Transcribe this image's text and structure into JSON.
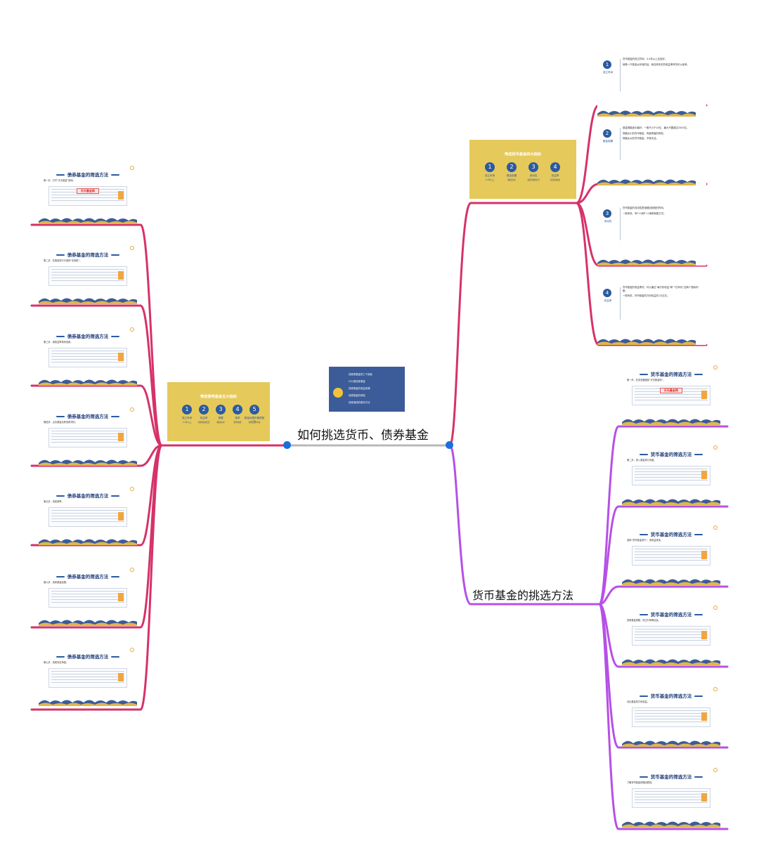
{
  "central": {
    "title": "如何挑选货币、债券基金"
  },
  "left_branch": {
    "summary": {
      "heading": "筛选债券基金五大指标",
      "items": [
        {
          "num": "1",
          "label": "成立时间",
          "desc": "3-5年以上"
        },
        {
          "num": "2",
          "label": "收益率",
          "desc": "长期收益稳定"
        },
        {
          "num": "3",
          "label": "规模",
          "desc": "规模适中"
        },
        {
          "num": "4",
          "label": "费率",
          "desc": "费率较低"
        },
        {
          "num": "5",
          "label": "基金经理的管理能力",
          "desc": "管理经验丰富"
        }
      ]
    },
    "cards": [
      {
        "title": "债券基金的筛选方法",
        "step": "第一步，打开“天天基金”官网。"
      },
      {
        "title": "债券基金的筛选方法",
        "step": "第二步，在基金排行中选择“债券型”。"
      },
      {
        "title": "债券基金的筛选方法",
        "step": "第三步，按收益率排序查看。"
      },
      {
        "title": "债券基金的筛选方法",
        "step": "第四步，点击基金名称查看详情。"
      },
      {
        "title": "债券基金的筛选方法",
        "step": "第五步，查看费率。"
      },
      {
        "title": "债券基金的筛选方法",
        "step": "第六步，查看基金经理。"
      },
      {
        "title": "债券基金的筛选方法",
        "step": "第七步，查看历史净值。"
      }
    ]
  },
  "right_branch": {
    "label": "货币基金的挑选方法",
    "summary": {
      "heading": "筛选货币基金四大指标",
      "items": [
        {
          "num": "1",
          "label": "成立时间",
          "desc": "3-5年以上"
        },
        {
          "num": "2",
          "label": "基金规模",
          "desc": "规模适中"
        },
        {
          "num": "3",
          "label": "流动性",
          "desc": "赎回到账时间"
        },
        {
          "num": "4",
          "label": "收益率",
          "desc": "稳定的收益"
        }
      ]
    },
    "point_cards": [
      {
        "num": "1",
        "name": "成立时间",
        "lines": [
          "货币基金的成立时间，3-5年以上比较好。",
          "就像一只基金太年轻的话，就没有历史的收益率情况可以参考。"
        ]
      },
      {
        "num": "2",
        "name": "基金规模",
        "lines": [
          "基金规模适中最好，一般不小于20亿，最大不要超过2000亿。",
          "规模太小的货币基金，有被清盘的风险。",
          "规模太大的货币基金，不够灵活。"
        ]
      },
      {
        "num": "3",
        "name": "流动性",
        "lines": [
          "货币基金的流动性是指赎回到账的时间。",
          "一般来说，有T+0和T+1两种到账方式。"
        ]
      },
      {
        "num": "4",
        "name": "收益率",
        "lines": [
          "货币基金的收益情况，可以通过“每万份收益”和“7日年化”这两个指标判断。",
          "一般来说，货币基金的万份收益在1元左右。"
        ]
      }
    ],
    "method_cards": [
      {
        "title": "货币基金的筛选方法",
        "step": "第一步，在浏览器搜索“天天基金网”。"
      },
      {
        "title": "货币基金的筛选方法",
        "step": "第二步，进入基金排行页面。"
      },
      {
        "title": "货币基金的筛选方法",
        "step": "选择“货币基金排行”，按收益排序。"
      },
      {
        "title": "货币基金的筛选方法",
        "step": "查看基金规模、成立时间等信息。"
      },
      {
        "title": "货币基金的筛选方法",
        "step": "对比基金的万份收益。"
      },
      {
        "title": "货币基金的筛选方法",
        "step": "了解货币基金的赎回规则。"
      }
    ]
  },
  "debt_summary_box": {
    "lines": [
      "债券类基金的三个指标",
      "什么是债券基金",
      "债券基金的收益来源",
      "债券基金的风险",
      "债券选择的基本方法"
    ]
  },
  "colors": {
    "left_branch": "#d63268",
    "right_upper": "#d63268",
    "right_lower": "#b650e6",
    "center_line": "#b8b8b8",
    "node_dot": "#1a6fe0",
    "accent_blue": "#2c5aa0",
    "summary_yellow": "#e5c95a"
  }
}
